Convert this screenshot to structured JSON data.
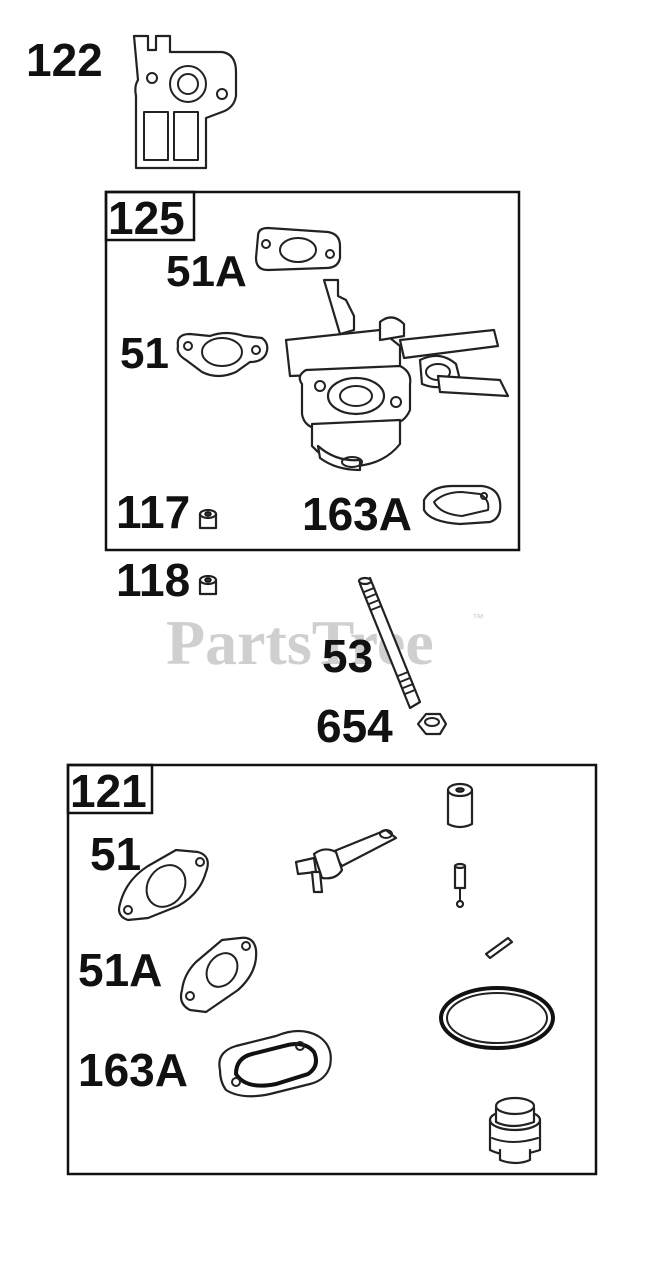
{
  "watermark": {
    "text": "PartsTree",
    "trademark": "™"
  },
  "labels": {
    "p122": "122",
    "p125": "125",
    "p51A_top": "51A",
    "p51_top": "51",
    "p117": "117",
    "p163A_top": "163A",
    "p118": "118",
    "p53": "53",
    "p654": "654",
    "p121": "121",
    "p51_bottom": "51",
    "p51A_bottom": "51A",
    "p163A_bottom": "163A"
  }
}
